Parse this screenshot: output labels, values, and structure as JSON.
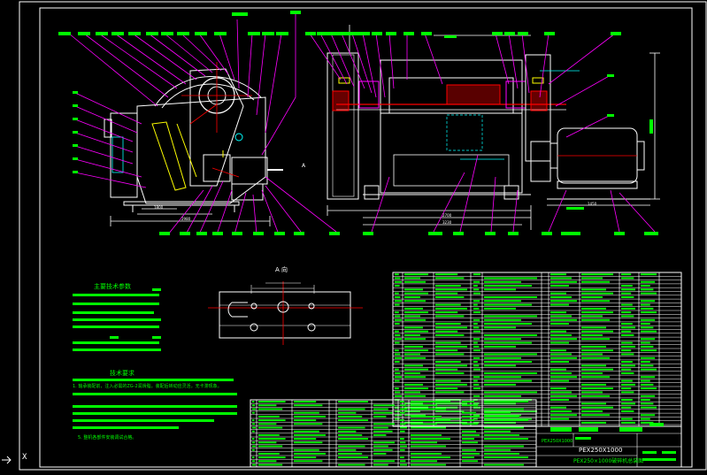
{
  "drawing": {
    "view_label": "A 向",
    "view_arrow_label": "A",
    "main_params_title": "主要技术参数",
    "tech_req_title": "技术要求",
    "tech_req_line1": "1. 轴承装配前，注入必需的ZG-2润滑脂，装配后转动应灵活，无卡滞现象。",
    "tech_req_line5": "5. 整机各部件安装调试合格。",
    "model": "PEX250X1000",
    "model_short": "PEX250X1000",
    "drawing_title": "PEX250×1000破碎机总装图",
    "dimension_labels": [
      "2980",
      "1800",
      "2700",
      "3230",
      "1450"
    ]
  },
  "colors": {
    "background": "#000000",
    "border": "#ffffff",
    "dimension": "#ffffff",
    "leader": "#ff00ff",
    "text_block": "#00ff00",
    "center_line": "#ff0000",
    "hidden_line": "#00ffff",
    "highlight": "#ffff00"
  },
  "ucs_icon": "ucs-axis-icon",
  "ucs_axis_label": "X"
}
